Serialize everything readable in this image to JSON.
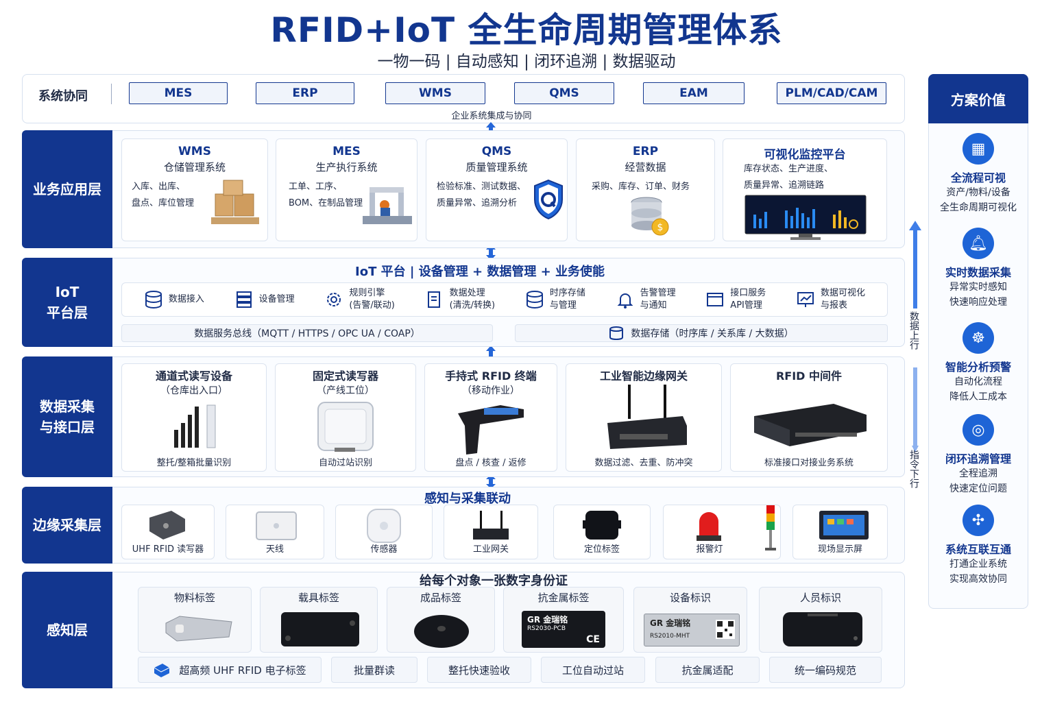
{
  "header": {
    "title": "RFID+IoT 全生命周期管理体系",
    "subtitle": "一物一码 | 自动感知 | 闭环追溯 | 数据驱动"
  },
  "system_collab": {
    "label": "系统协同",
    "systems": [
      "MES",
      "ERP",
      "WMS",
      "QMS",
      "EAM",
      "PLM/CAD/CAM"
    ],
    "caption": "企业系统集成与协同"
  },
  "business_layer": {
    "label": "业务应用层",
    "cards": [
      {
        "title": "WMS",
        "sub": "仓储管理系统",
        "desc1": "入库、出库、",
        "desc2": "盘点、库位管理"
      },
      {
        "title": "MES",
        "sub": "生产执行系统",
        "desc1": "工单、工序、",
        "desc2": "BOM、在制品管理"
      },
      {
        "title": "QMS",
        "sub": "质量管理系统",
        "desc1": "检验标准、测试数据、",
        "desc2": "质量异常、追溯分析"
      },
      {
        "title": "ERP",
        "sub": "经营数据",
        "desc1": "采购、库存、订单、财务",
        "desc2": ""
      },
      {
        "title": "可视化监控平台",
        "sub": "",
        "desc1": "库存状态、生产进度、",
        "desc2": "质量异常、追溯链路"
      }
    ]
  },
  "iot_layer": {
    "label1": "IoT",
    "label2": "平台层",
    "heading": "IoT 平台 | 设备管理 + 数据管理 + 业务使能",
    "items": [
      {
        "l1": "数据接入",
        "l2": ""
      },
      {
        "l1": "设备管理",
        "l2": ""
      },
      {
        "l1": "规则引擎",
        "l2": "(告警/联动)"
      },
      {
        "l1": "数据处理",
        "l2": "(清洗/转换)"
      },
      {
        "l1": "时序存储",
        "l2": "与管理"
      },
      {
        "l1": "告警管理",
        "l2": "与通知"
      },
      {
        "l1": "接口服务",
        "l2": "API管理"
      },
      {
        "l1": "数据可视化",
        "l2": "与报表"
      }
    ],
    "bus": "数据服务总线（MQTT / HTTPS / OPC UA / COAP）",
    "storage": "数据存储（时序库 / 关系库 / 大数据）"
  },
  "collect_layer": {
    "label1": "数据采集",
    "label2": "与接口层",
    "cards": [
      {
        "title": "通道式读写设备",
        "sub": "（仓库出入口）",
        "cap": "整托/整箱批量识别"
      },
      {
        "title": "固定式读写器",
        "sub": "（产线工位）",
        "cap": "自动过站识别"
      },
      {
        "title": "手持式 RFID 终端",
        "sub": "（移动作业）",
        "cap": "盘点 / 核查 / 返修"
      },
      {
        "title": "工业智能边缘网关",
        "sub": "",
        "cap": "数据过滤、去重、防冲突"
      },
      {
        "title": "RFID 中间件",
        "sub": "",
        "cap": "标准接口对接业务系统"
      }
    ]
  },
  "edge_layer": {
    "label": "边缘采集层",
    "heading": "感知与采集联动",
    "devices": [
      "UHF RFID 读写器",
      "天线",
      "传感器",
      "工业网关",
      "定位标签",
      "报警灯",
      "现场显示屏"
    ]
  },
  "sense_layer": {
    "label": "感知层",
    "heading": "给每个对象一张数字身份证",
    "tags": [
      "物料标签",
      "载具标签",
      "成品标签",
      "抗金属标签",
      "设备标识",
      "人员标识"
    ],
    "plate1_brand": "GR 金瑞铭",
    "plate1_code": "RS2030-PCB",
    "plate1_mark": "CE",
    "plate2_brand": "GR 金瑞铭",
    "plate2_code": "RS2010-MHT",
    "features": [
      "超高频 UHF RFID 电子标签",
      "批量群读",
      "整托快速验收",
      "工位自动过站",
      "抗金属适配",
      "统一编码规范"
    ]
  },
  "side_arrows": {
    "up": "数据上行",
    "down": "指令下行"
  },
  "value_panel": {
    "title": "方案价值",
    "items": [
      {
        "title": "全流程可视",
        "d1": "资产/物料/设备",
        "d2": "全生命周期可视化"
      },
      {
        "title": "实时数据采集",
        "d1": "异常实时感知",
        "d2": "快速响应处理"
      },
      {
        "title": "智能分析预警",
        "d1": "自动化流程",
        "d2": "降低人工成本"
      },
      {
        "title": "闭环追溯管理",
        "d1": "全程追溯",
        "d2": "快速定位问题"
      },
      {
        "title": "系统互联互通",
        "d1": "打通企业系统",
        "d2": "实现高效协同"
      }
    ]
  },
  "colors": {
    "primary": "#12368f",
    "accent": "#1e64d6",
    "border": "#d6e0ef"
  }
}
